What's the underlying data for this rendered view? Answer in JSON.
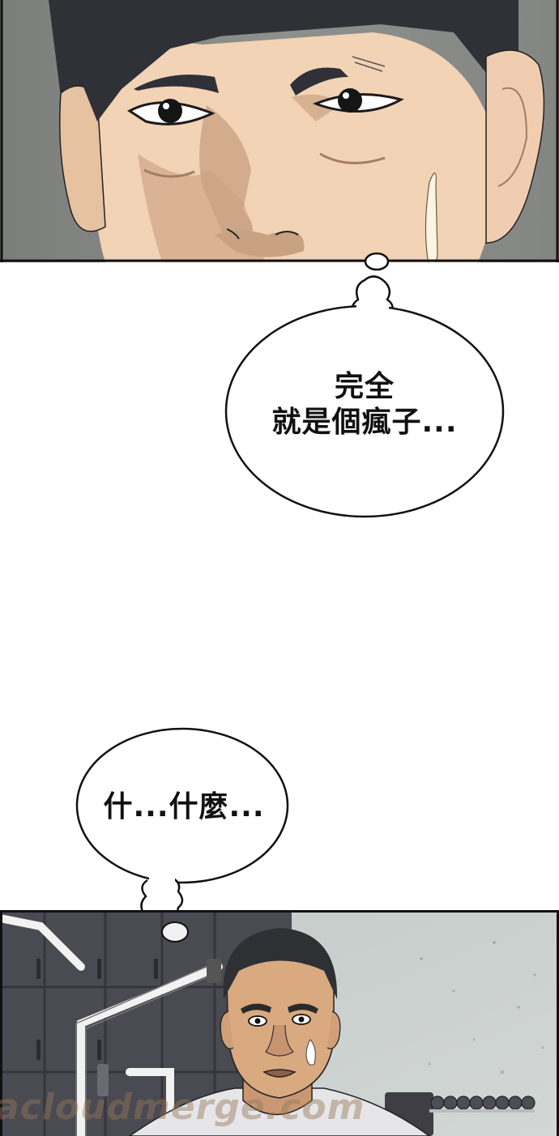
{
  "page": {
    "type": "webcomic-page",
    "background": "#ffffff"
  },
  "panels": [
    {
      "id": "panel-top",
      "description": "close-up of young man's face, sweat drop, gray wall background",
      "colors": {
        "skin": "#f3d3b5",
        "shadow": "#c9a283",
        "hair": "#2f3136",
        "bg": "#8a8c8a",
        "border": "#111111"
      }
    },
    {
      "id": "panel-bottom",
      "description": "man in white t-shirt in gym, shocked expression, lockers and equipment",
      "colors": {
        "skin": "#d9a980",
        "hair": "#2e3034",
        "shirt": "#e6e6e8",
        "lockers": "#4a4a52",
        "wall": "#c9cfcd",
        "border": "#111111"
      }
    }
  ],
  "bubbles": [
    {
      "id": "thought-bubble-1",
      "kind": "thought",
      "lines": [
        "完全",
        "就是個瘋子..."
      ]
    },
    {
      "id": "thought-bubble-2",
      "kind": "thought",
      "lines": [
        "什...什麼..."
      ]
    }
  ],
  "watermark": {
    "text": "acloudmerge.com"
  }
}
